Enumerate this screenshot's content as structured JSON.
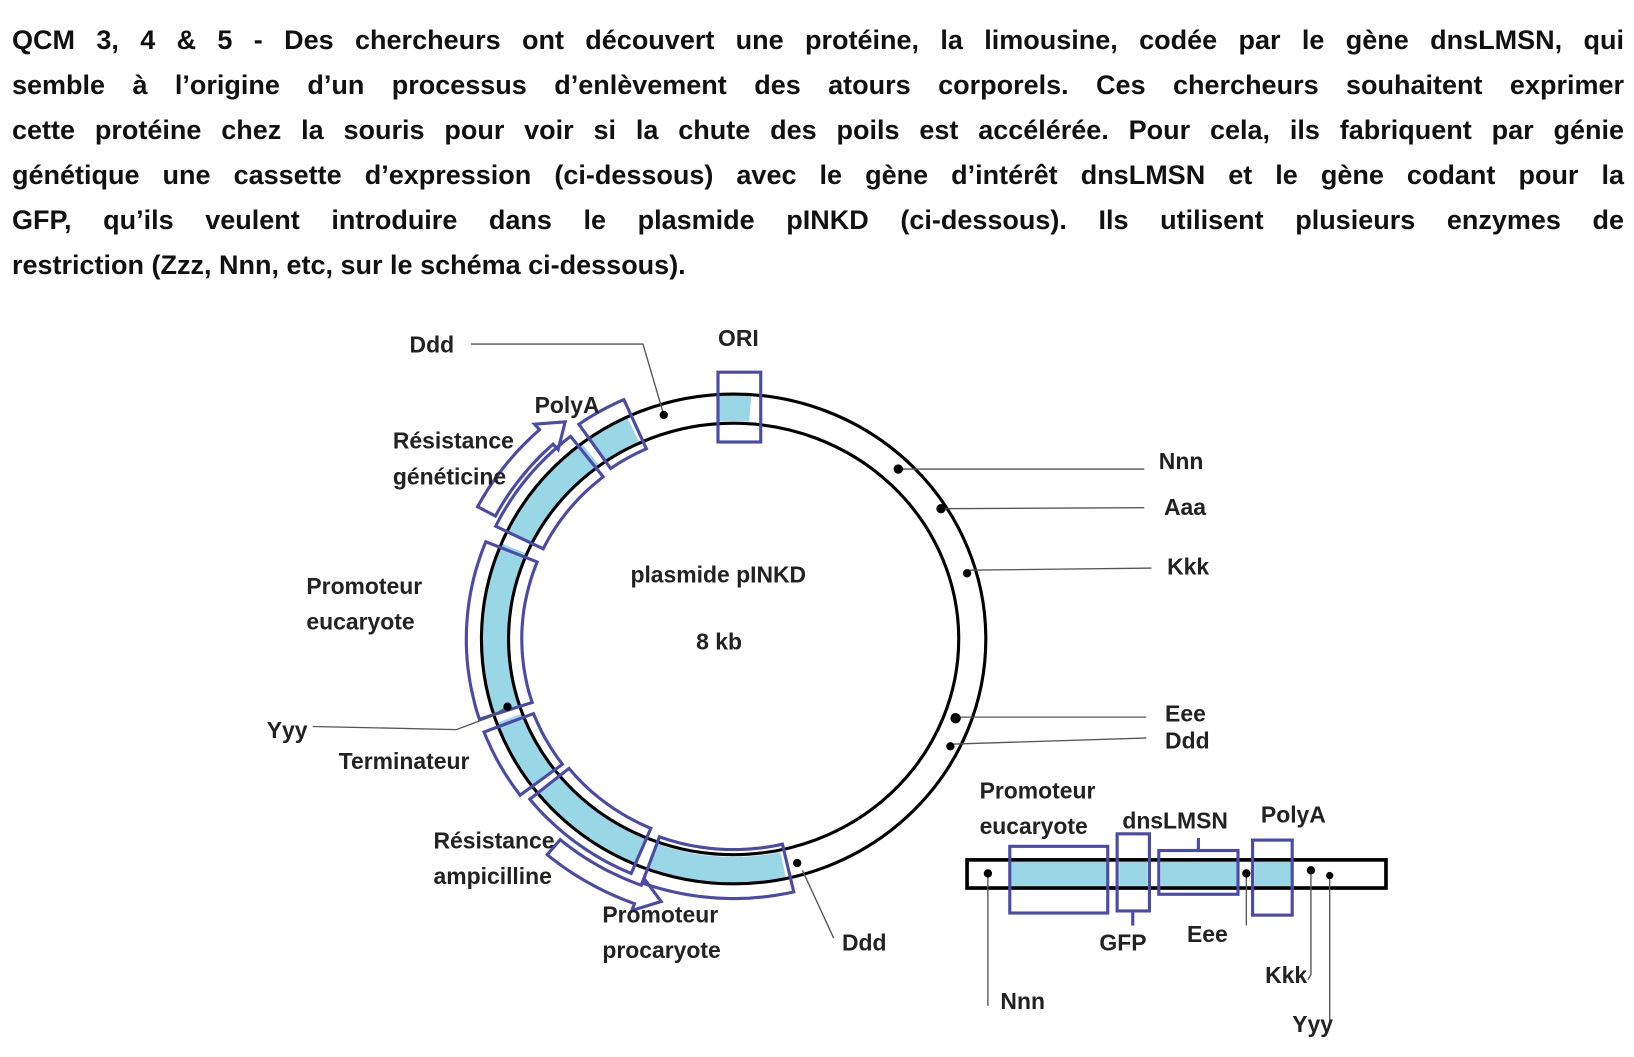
{
  "question": {
    "lines": [
      "QCM 3, 4 & 5 - Des chercheurs ont découvert une protéine, la limousine, codée par le gène dnsLMSN, qui",
      "semble à l’origine d’un processus d’enlèvement des atours corporels. Ces chercheurs souhaitent exprimer",
      "cette protéine chez la souris pour voir si la chute des poils est accélérée. Pour cela, ils fabriquent par génie",
      "génétique une cassette d’expression (ci-dessous) avec le gène d’intérêt dnsLMSN et le gène codant pour la",
      "GFP, qu’ils veulent introduire dans le plasmide pINKD (ci-dessous). Ils utilisent plusieurs enzymes de",
      "restriction (Zzz, Nnn, etc, sur le schéma ci-dessous)."
    ]
  },
  "plasmid": {
    "name": "plasmide pINKD",
    "size": "8 kb",
    "elements": {
      "ori": "ORI",
      "polya": "PolyA",
      "resistance_geneticine": [
        "Résistance",
        "généticine"
      ],
      "promoteur_eucaryote": [
        "Promoteur",
        "eucaryote"
      ],
      "terminateur": "Terminateur",
      "resistance_ampicilline": [
        "Résistance",
        "ampicilline"
      ],
      "promoteur_procaryote": [
        "Promoteur",
        "procaryote"
      ]
    },
    "sites": {
      "ddd_top": "Ddd",
      "nnn": "Nnn",
      "aaa": "Aaa",
      "kkk": "Kkk",
      "eee": "Eee",
      "ddd_right": "Ddd",
      "yyy": "Yyy",
      "ddd_bottom": "Ddd"
    }
  },
  "cassette": {
    "elements": {
      "promoteur_eucaryote": [
        "Promoteur",
        "eucaryote"
      ],
      "gfp": "GFP",
      "dnslmsn": "dnsLMSN",
      "polya": "PolyA"
    },
    "sites": {
      "nnn": "Nnn",
      "eee": "Eee",
      "kkk": "Kkk",
      "yyy": "Yyy"
    }
  },
  "colors": {
    "segment_fill": "#9ad7e6",
    "box_outline": "#4a4aa8",
    "line": "#000000"
  }
}
